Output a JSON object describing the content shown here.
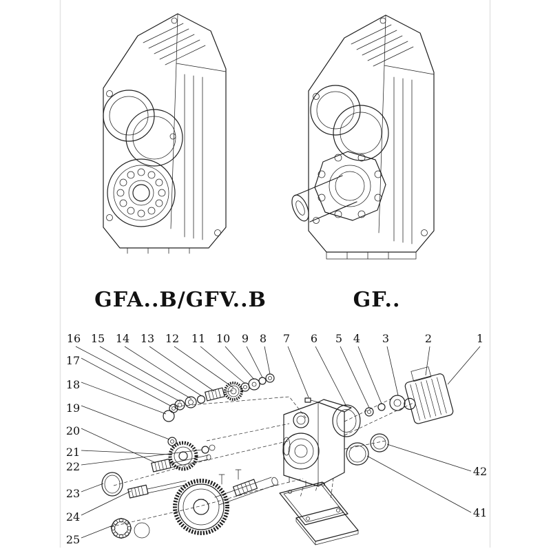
{
  "page": {
    "background": "#ffffff",
    "ink": "#1f1f1f"
  },
  "models": {
    "left": "GFA..B/GFV..B",
    "right": "GF.."
  },
  "exploded": {
    "top_row": [
      "16",
      "15",
      "14",
      "13",
      "12",
      "11",
      "10",
      "9",
      "8",
      "7",
      "6",
      "5",
      "4",
      "3",
      "2",
      "1"
    ],
    "left_col": [
      "17",
      "18",
      "19",
      "20",
      "21",
      "22",
      "23",
      "24",
      "25"
    ],
    "right_col": [
      "42",
      "41"
    ]
  }
}
